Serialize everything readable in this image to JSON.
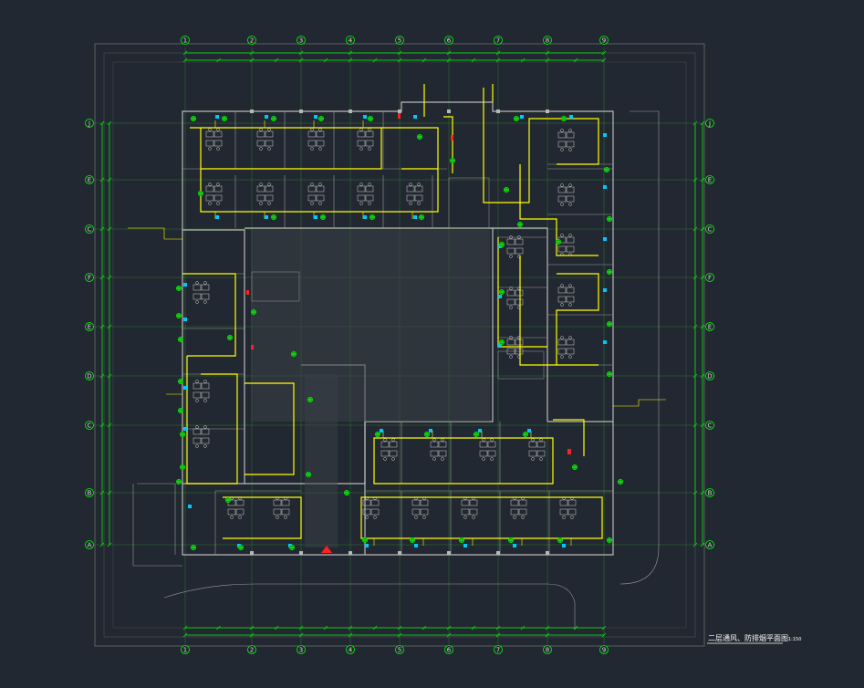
{
  "drawing": {
    "title": "二层通风、防排烟平面图",
    "scale": "1:150",
    "colors": {
      "background": "#222831",
      "wall": "#b8b8b8",
      "duct": "#ffff00",
      "dimension": "#00ff00",
      "equipment": "#00c8ff",
      "marker": "#ff2020"
    }
  },
  "grid": {
    "columns": [
      "1",
      "2",
      "3",
      "4",
      "5",
      "6",
      "7",
      "8",
      "9"
    ],
    "rows": [
      "J",
      "E",
      "C",
      "F",
      "E",
      "D",
      "C",
      "B",
      "A"
    ]
  }
}
